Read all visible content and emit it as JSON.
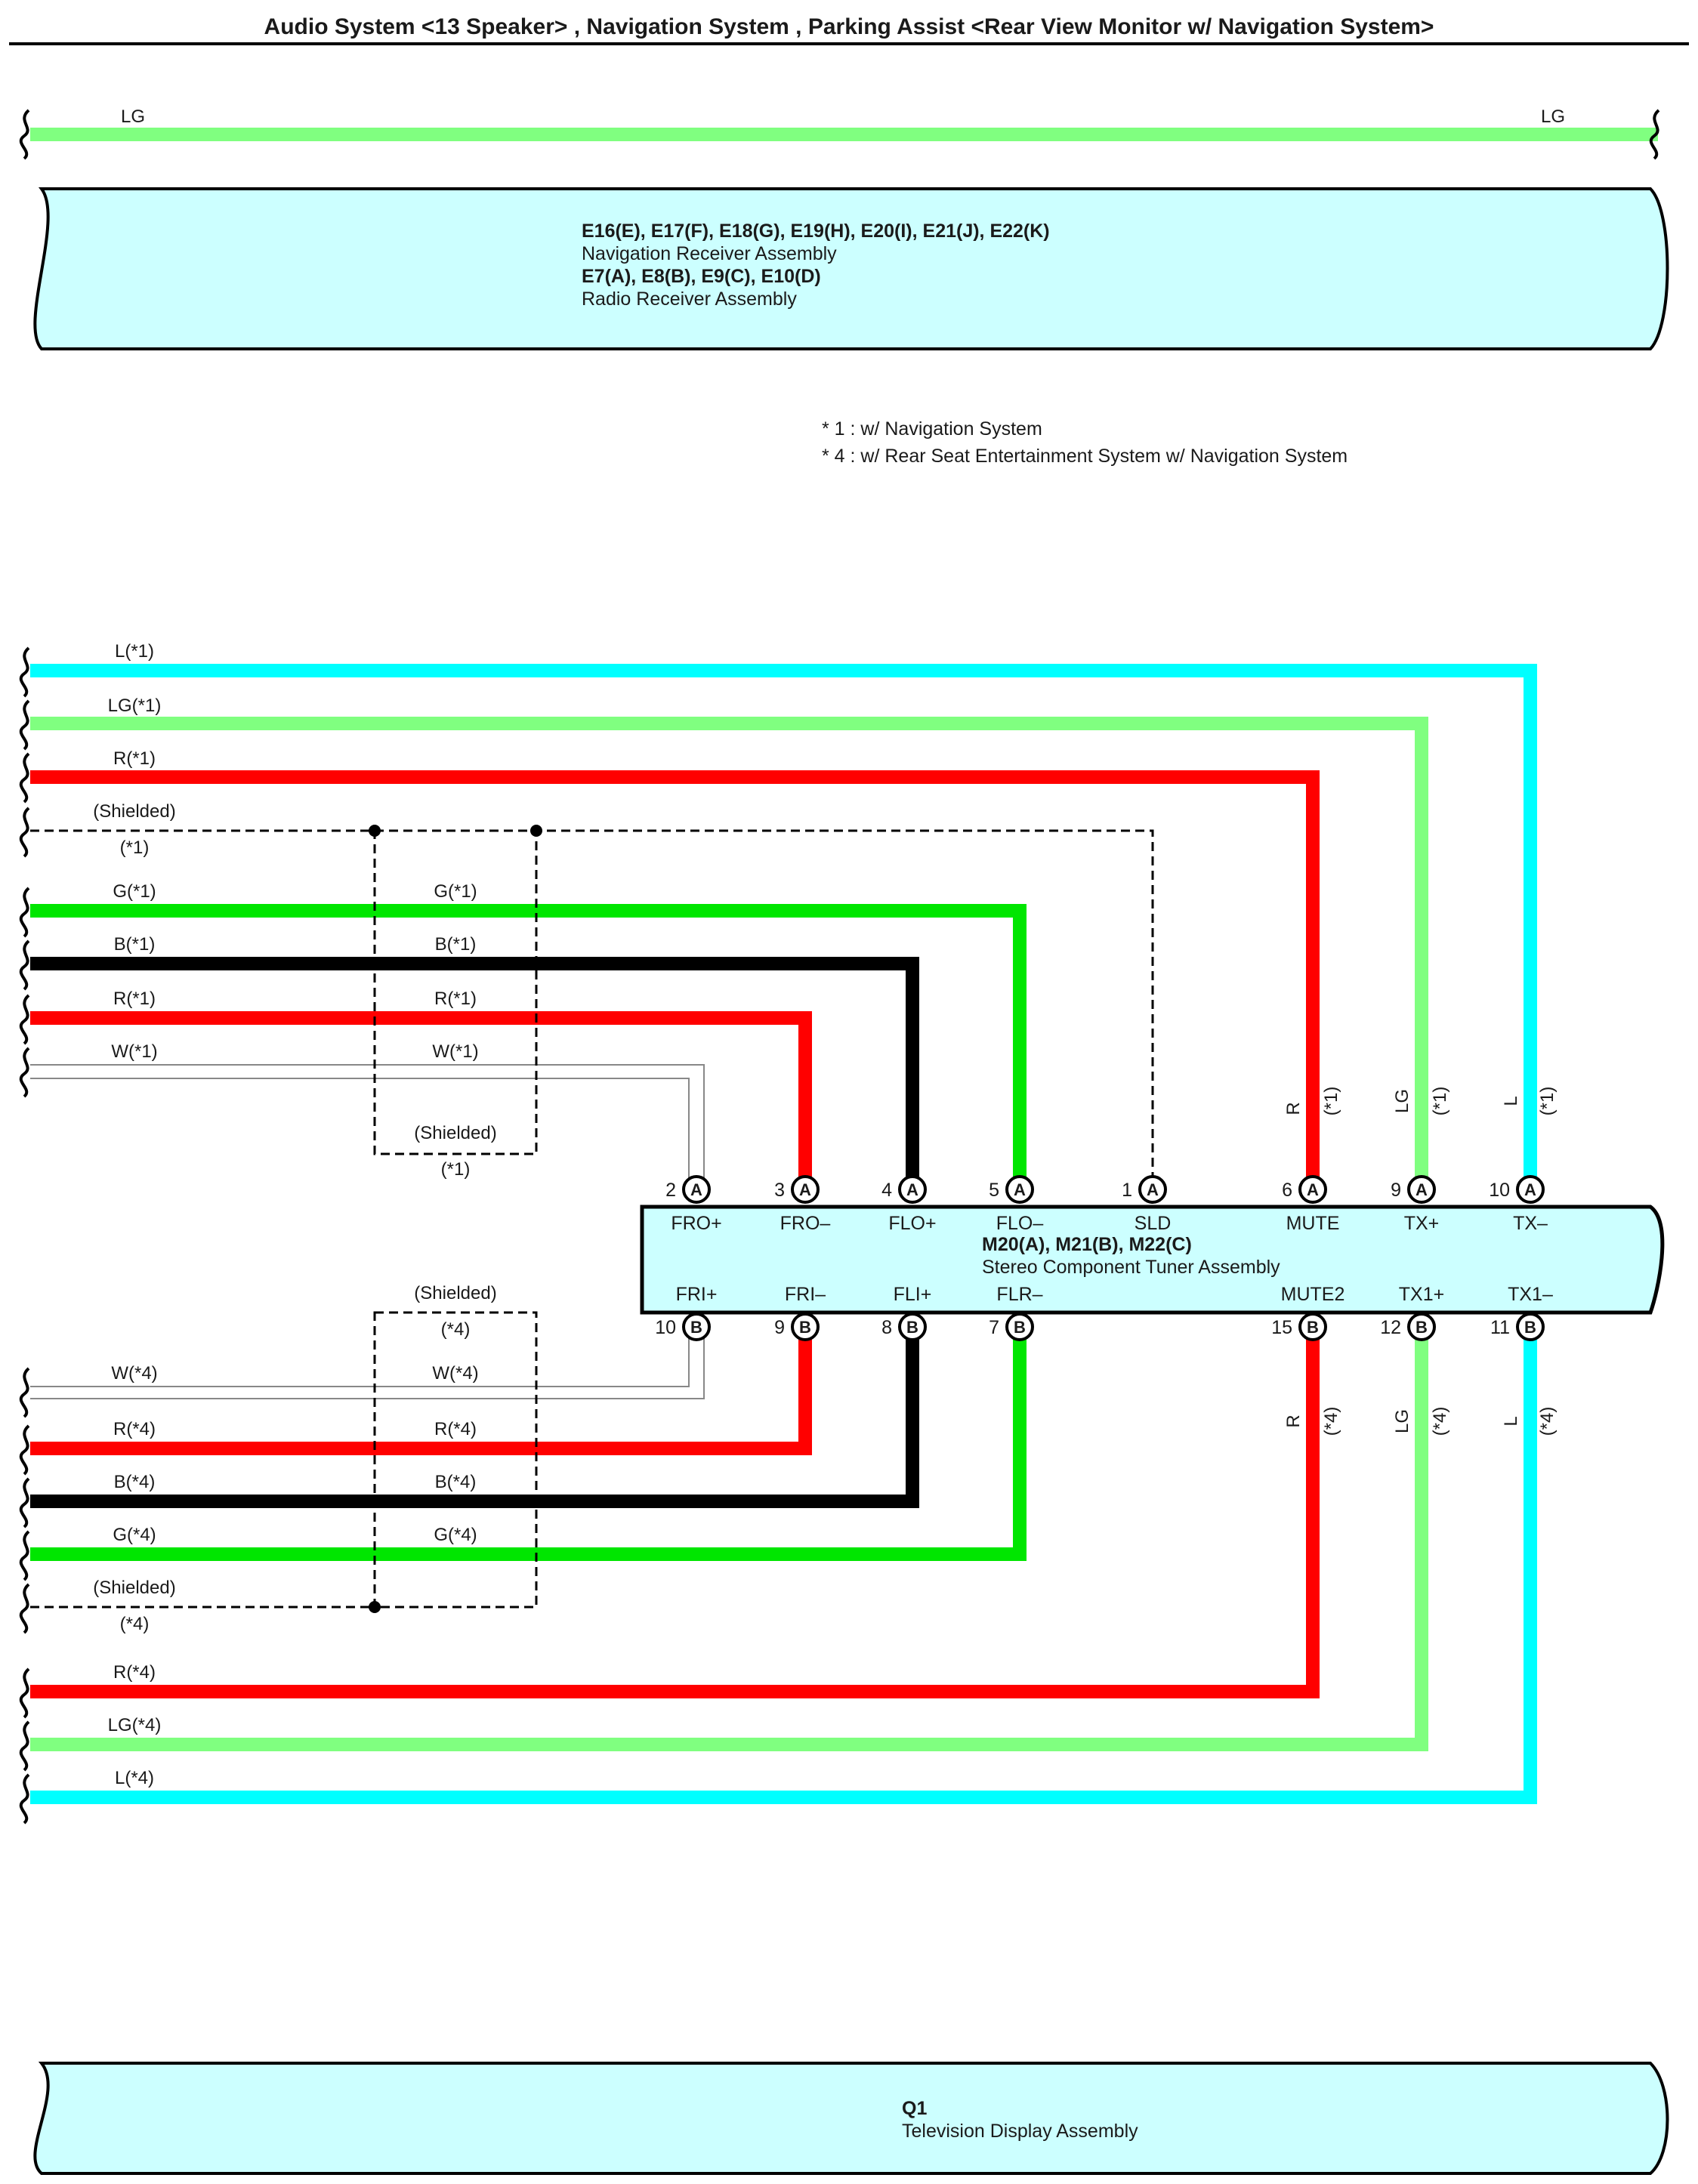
{
  "title": "Audio System <13 Speaker> , Navigation System , Parking Assist <Rear View Monitor w/ Navigation System>",
  "colors": {
    "LG": "#80ff80",
    "L": "#00ffff",
    "R": "#ff0000",
    "G": "#00e600",
    "B": "#000000",
    "W": "#888888",
    "box": "#ccffff"
  },
  "top_wire": {
    "left_label": "LG",
    "right_label": "LG"
  },
  "components": {
    "receiver": {
      "line1": "E16(E), E17(F), E18(G), E19(H), E20(I), E21(J), E22(K)",
      "line2": "Navigation Receiver Assembly",
      "line3": "E7(A), E8(B), E9(C), E10(D)",
      "line4": "Radio Receiver Assembly"
    },
    "tuner": {
      "line1": "M20(A), M21(B), M22(C)",
      "line2": "Stereo Component Tuner Assembly"
    },
    "tv": {
      "line1": "Q1",
      "line2": "Television Display Assembly"
    }
  },
  "notes": [
    "* 1 : w/ Navigation System",
    "* 4 : w/ Rear Seat Entertainment System w/ Navigation System"
  ],
  "wires_upper": [
    {
      "label": "L(*1)",
      "color": "L"
    },
    {
      "label": "LG(*1)",
      "color": "LG"
    },
    {
      "label": "R(*1)",
      "color": "R"
    },
    {
      "label": "(Shielded)",
      "color": "shield"
    },
    {
      "label": "(*1)",
      "color": "shield"
    },
    {
      "label": "G(*1)",
      "color": "G"
    },
    {
      "label": "B(*1)",
      "color": "B"
    },
    {
      "label": "R(*1)",
      "color": "R"
    },
    {
      "label": "W(*1)",
      "color": "W"
    }
  ],
  "shield_box_upper": {
    "wire_labels": [
      "G(*1)",
      "B(*1)",
      "R(*1)",
      "W(*1)"
    ],
    "label": "(Shielded)",
    "sub": "(*1)"
  },
  "shield_box_lower": {
    "label": "(Shielded)",
    "sub": "(*4)",
    "wire_labels": [
      "W(*4)",
      "R(*4)",
      "B(*4)",
      "G(*4)"
    ]
  },
  "wires_lower": [
    {
      "label": "W(*4)",
      "color": "W"
    },
    {
      "label": "R(*4)",
      "color": "R"
    },
    {
      "label": "B(*4)",
      "color": "B"
    },
    {
      "label": "G(*4)",
      "color": "G"
    },
    {
      "label": "(Shielded)",
      "color": "shield"
    },
    {
      "label": "(*4)",
      "color": "shield"
    },
    {
      "label": "R(*4)",
      "color": "R"
    },
    {
      "label": "LG(*4)",
      "color": "LG"
    },
    {
      "label": "L(*4)",
      "color": "L"
    }
  ],
  "pins_top": [
    {
      "num": "2",
      "conn": "A",
      "signal": "FRO+"
    },
    {
      "num": "3",
      "conn": "A",
      "signal": "FRO–"
    },
    {
      "num": "4",
      "conn": "A",
      "signal": "FLO+"
    },
    {
      "num": "5",
      "conn": "A",
      "signal": "FLO–"
    },
    {
      "num": "1",
      "conn": "A",
      "signal": "SLD"
    },
    {
      "num": "6",
      "conn": "A",
      "signal": "MUTE"
    },
    {
      "num": "9",
      "conn": "A",
      "signal": "TX+"
    },
    {
      "num": "10",
      "conn": "A",
      "signal": "TX–"
    }
  ],
  "pins_bottom": [
    {
      "num": "10",
      "conn": "B",
      "signal": "FRI+"
    },
    {
      "num": "9",
      "conn": "B",
      "signal": "FRI–"
    },
    {
      "num": "8",
      "conn": "B",
      "signal": "FLI+"
    },
    {
      "num": "7",
      "conn": "B",
      "signal": "FLR–"
    },
    {
      "num": "15",
      "conn": "B",
      "signal": "MUTE2"
    },
    {
      "num": "12",
      "conn": "B",
      "signal": "TX1+"
    },
    {
      "num": "11",
      "conn": "B",
      "signal": "TX1–"
    }
  ],
  "vertical_labels_top": [
    {
      "color": "R",
      "note": "(*1)"
    },
    {
      "color": "LG",
      "note": "(*1)"
    },
    {
      "color": "L",
      "note": "(*1)"
    }
  ],
  "vertical_labels_bottom": [
    {
      "color": "R",
      "note": "(*4)"
    },
    {
      "color": "LG",
      "note": "(*4)"
    },
    {
      "color": "L",
      "note": "(*4)"
    }
  ]
}
